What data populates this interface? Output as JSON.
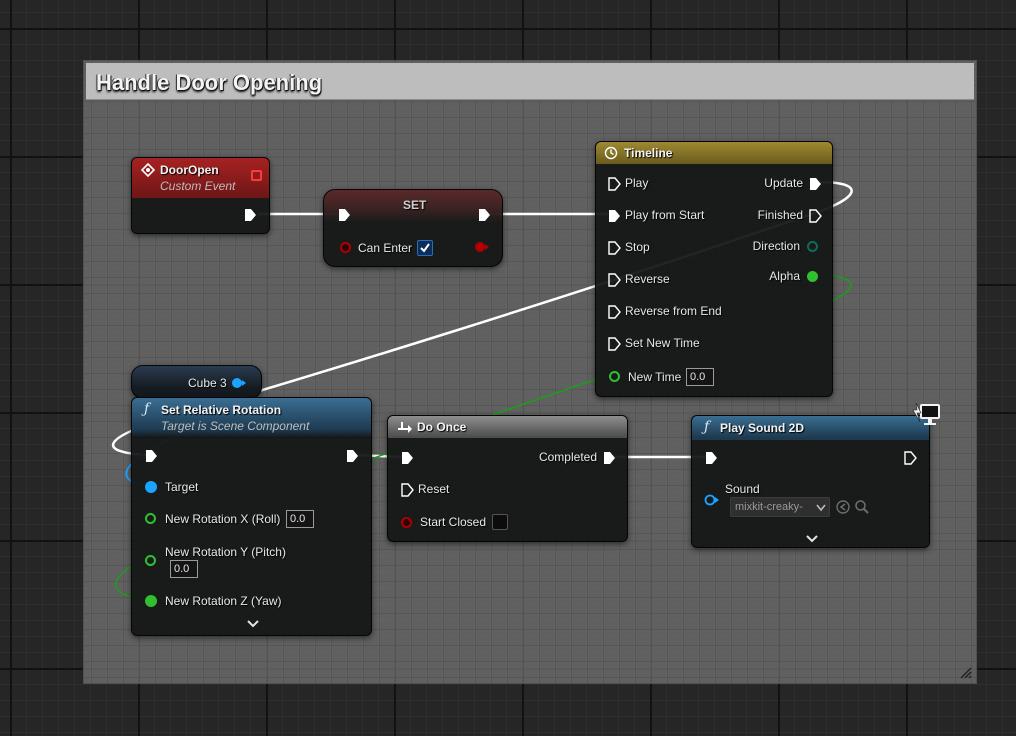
{
  "comment": {
    "title": "Handle Door Opening"
  },
  "nodes": {
    "door_open": {
      "title": "DoorOpen",
      "subtitle": "Custom Event"
    },
    "set": {
      "title": "SET",
      "var_label": "Can Enter",
      "checked": true
    },
    "timeline": {
      "title": "Timeline",
      "inputs": [
        "Play",
        "Play from Start",
        "Stop",
        "Reverse",
        "Reverse from End",
        "Set New Time"
      ],
      "new_time_label": "New Time",
      "new_time_value": "0.0",
      "outputs": [
        "Update",
        "Finished",
        "Direction",
        "Alpha"
      ]
    },
    "cube": {
      "label": "Cube 3"
    },
    "set_rel_rot": {
      "title": "Set Relative Rotation",
      "subtitle": "Target is Scene Component",
      "target": "Target",
      "rot_x_label": "New Rotation X (Roll)",
      "rot_x_value": "0.0",
      "rot_y_label": "New Rotation Y (Pitch)",
      "rot_y_value": "0.0",
      "rot_z_label": "New Rotation Z (Yaw)"
    },
    "do_once": {
      "title": "Do Once",
      "completed": "Completed",
      "reset": "Reset",
      "start_closed": "Start Closed"
    },
    "play_sound": {
      "title": "Play Sound 2D",
      "sound_label": "Sound",
      "sound_value": "mixkit-creaky-"
    }
  },
  "colors": {
    "exec_wire": "#ffffff",
    "float_pin": "#2fc02f",
    "object_pin": "#1aa3ff",
    "bool_pin": "#a00000",
    "event_header": "#8c1c1c",
    "timeline_header": "#8a7826",
    "function_header": "#2b5b7d"
  }
}
